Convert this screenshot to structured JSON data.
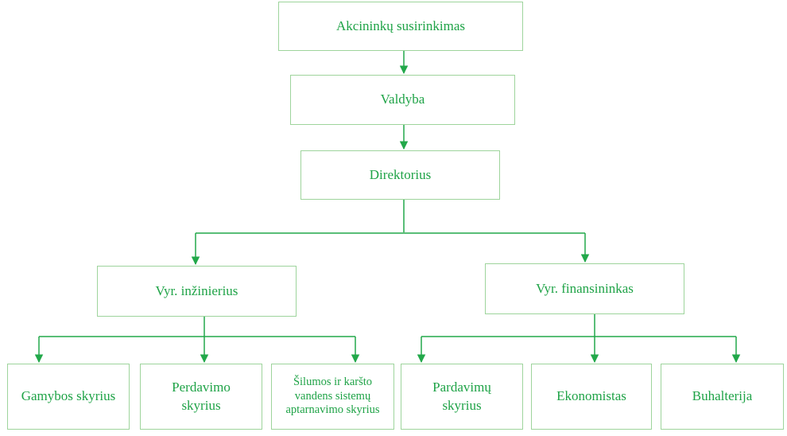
{
  "colors": {
    "box_border": "#9ed49c",
    "text": "#1fa347",
    "connector": "#22a84a"
  },
  "nodes": {
    "shareholders": "Akcininkų susirinkimas",
    "board": "Valdyba",
    "director": "Direktorius",
    "chief_engineer": "Vyr. inžinierius",
    "chief_financier": "Vyr. finansininkas",
    "production": "Gamybos skyrius",
    "transmission": "Perdavimo skyrius",
    "heating_services": "Šilumos ir karšto vandens sistemų aptarnavimo skyrius",
    "sales": "Pardavimų skyrius",
    "economist": "Ekonomistas",
    "accounting": "Buhalterija"
  }
}
